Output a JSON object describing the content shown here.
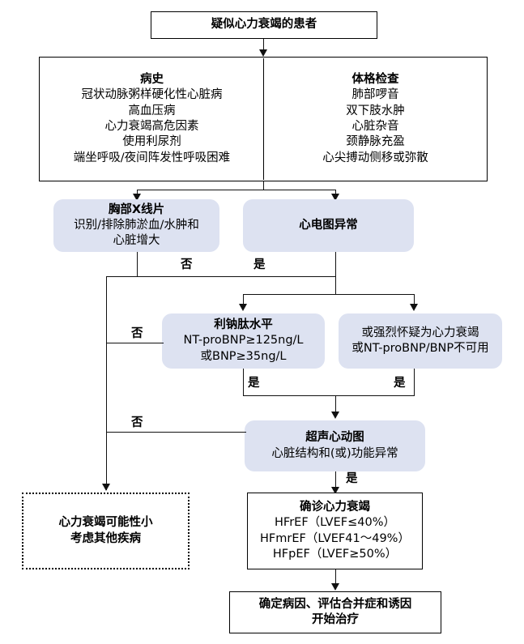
{
  "diagram": {
    "title_node": {
      "text": "疑似心力衰竭的患者"
    },
    "assessment": {
      "history": {
        "heading": "病史",
        "items": [
          "冠状动脉粥样硬化性心脏病",
          "高血压病",
          "心力衰竭高危因素",
          "使用利尿剂",
          "端坐呼吸/夜间阵发性呼吸困难"
        ]
      },
      "exam": {
        "heading": "体格检查",
        "items": [
          "肺部啰音",
          "双下肢水肿",
          "心脏杂音",
          "颈静脉充盈",
          "心尖搏动侧移或弥散"
        ]
      }
    },
    "xray": {
      "heading": "胸部X线片",
      "lines": [
        "识别/排除肺淤血/水肿和",
        "心脏增大"
      ]
    },
    "ecg": {
      "heading": "心电图异常"
    },
    "natriuretic": {
      "heading": "利钠肽水平",
      "lines": [
        "NT-proBNP≥125ng/L",
        "或BNP≥35ng/L"
      ]
    },
    "strong_suspicion": {
      "lines": [
        "或强烈怀疑为心力衰竭",
        "或NT-proBNP/BNP不可用"
      ]
    },
    "echo": {
      "heading": "超声心动图",
      "lines": [
        "心脏结构和(或)功能异常"
      ]
    },
    "unlikely": {
      "lines": [
        "心力衰竭可能性小",
        "考虑其他疾病"
      ]
    },
    "diagnosis": {
      "heading": "确诊心力衰竭",
      "lines": [
        "HFrEF（LVEF≤40%）",
        "HFmrEF（LVEF41～49%）",
        "HFpEF（LVEF≥50%）"
      ]
    },
    "treatment": {
      "lines": [
        "确定病因、评估合并症和诱因",
        "开始治疗"
      ]
    },
    "edge_labels": {
      "xray_no": "否",
      "ecg_yes": "是",
      "bnp_no": "否",
      "bnp_yes": "是",
      "suspicion_yes": "是",
      "echo_no": "否",
      "echo_yes": "是"
    },
    "colors": {
      "box_fill_blue": "#dde2f1",
      "box_fill_white": "#ffffff",
      "stroke": "#111111",
      "text": "#000000"
    }
  }
}
